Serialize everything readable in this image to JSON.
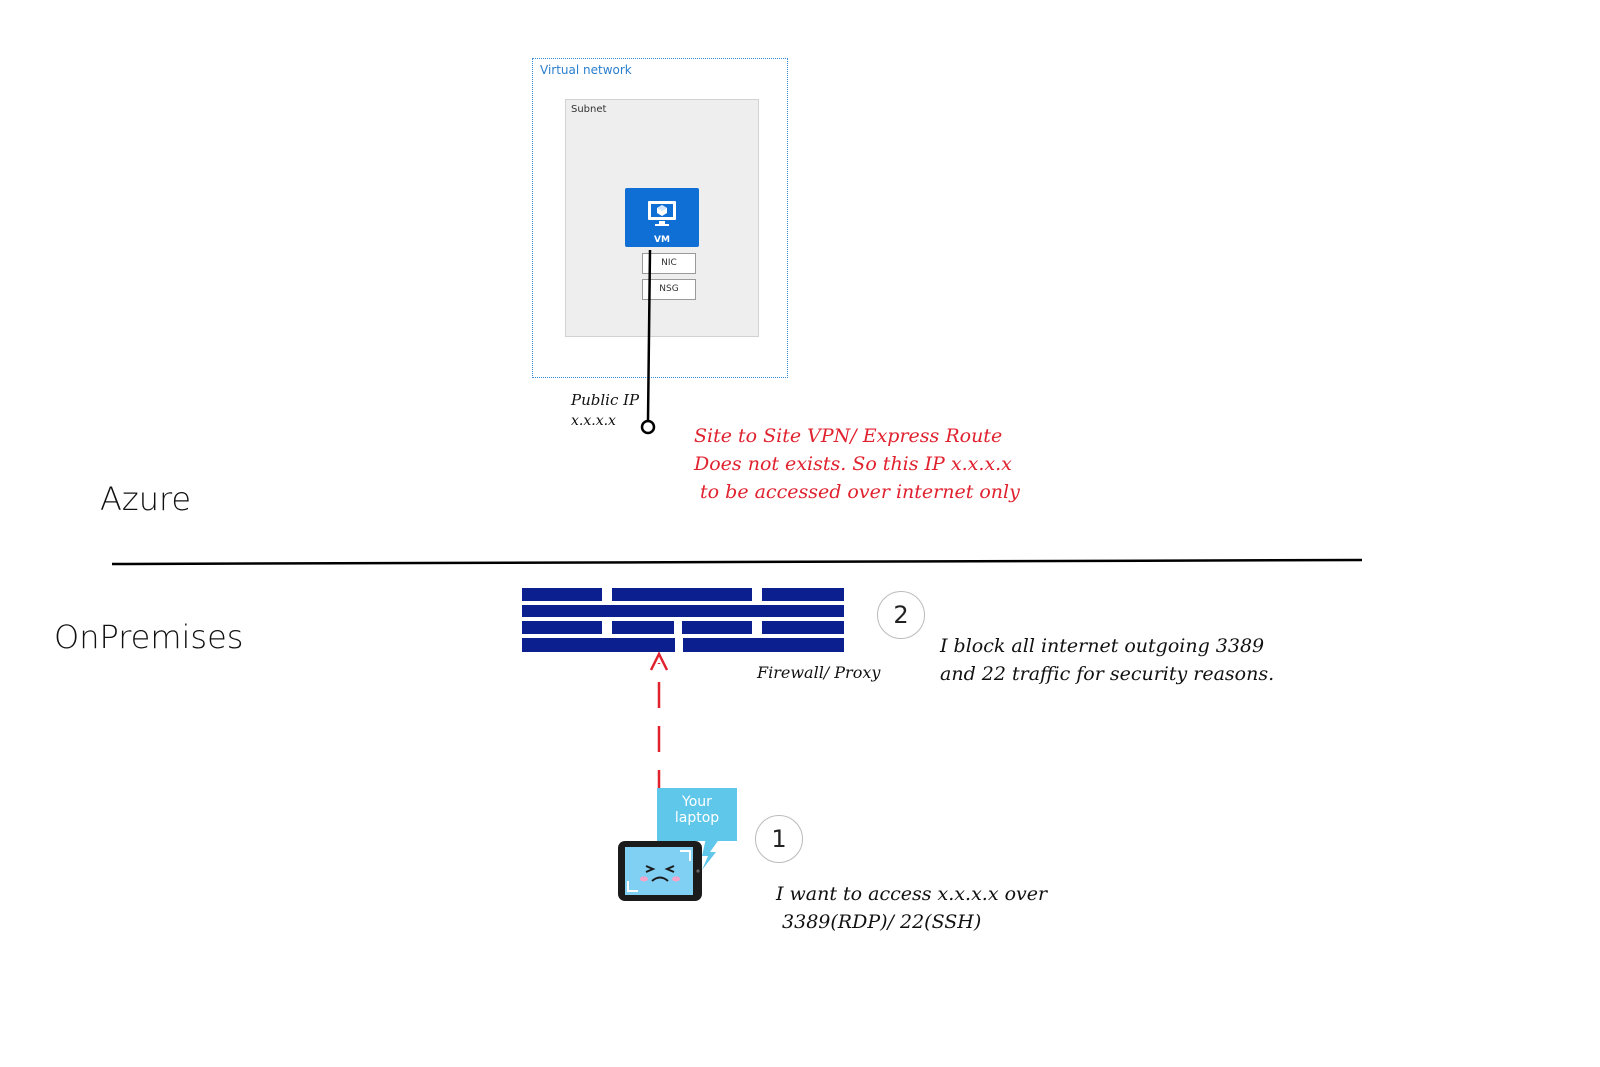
{
  "azure": {
    "region_label": "Azure",
    "vnet_label": "Virtual network",
    "subnet_label": "Subnet",
    "vm_label": "VM",
    "nic_label": "NIC",
    "nsg_label": "NSG",
    "public_ip_label": "Public IP",
    "public_ip_value": "x.x.x.x",
    "note_lines": [
      "Site to Site VPN/ Express Route",
      "Does not exists. So this IP x.x.x.x",
      " to be accessed over internet only"
    ]
  },
  "onprem": {
    "region_label": "OnPremises",
    "firewall_label": "Firewall/ Proxy",
    "step2": {
      "number": "2",
      "lines": [
        "I block all internet outgoing 3389",
        "and 22 traffic for security reasons."
      ]
    },
    "laptop_bubble_lines": [
      "Your",
      "laptop"
    ],
    "step1": {
      "number": "1",
      "lines": [
        "I want to access x.x.x.x over",
        " 3389(RDP)/ 22(SSH)"
      ]
    }
  },
  "colors": {
    "vm_blue": "#0f6fd4",
    "firewall_navy": "#0b1f8e",
    "note_red": "#e0212e",
    "bubble_cyan": "#5ec7ea"
  }
}
